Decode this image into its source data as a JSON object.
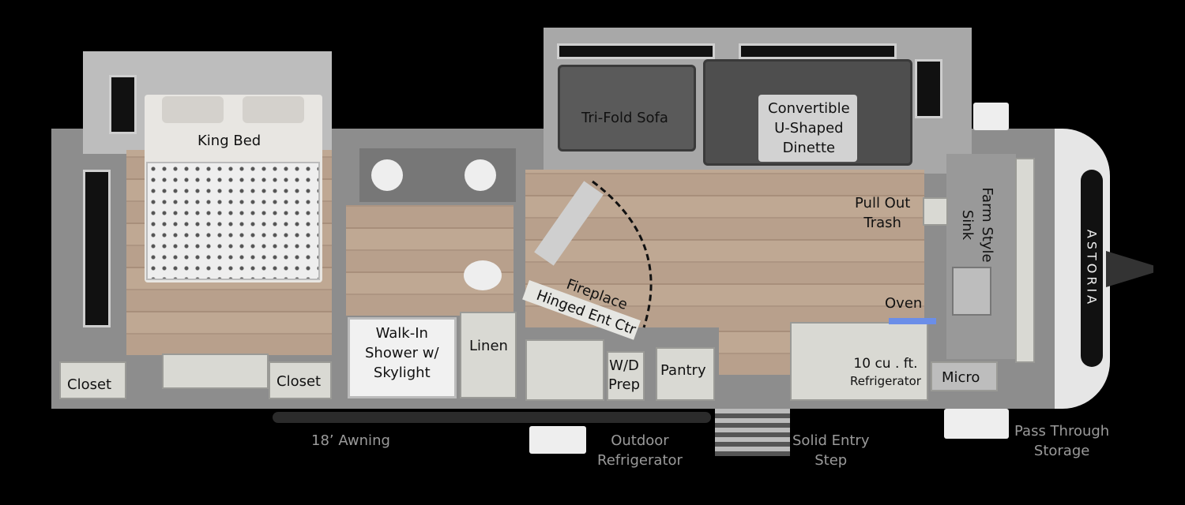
{
  "brand": "ASTORIA",
  "rooms": {
    "king_bed": "King Bed",
    "closet_left": "Closet",
    "closet_right": "Closet",
    "shower": [
      "Walk-In",
      "Shower w/",
      "Skylight"
    ],
    "linen": "Linen",
    "sofa": "Tri-Fold Sofa",
    "dinette": [
      "Convertible",
      "U-Shaped",
      "Dinette"
    ],
    "fireplace": "Fireplace",
    "ent_ctr": "Hinged Ent Ctr",
    "wd_prep": [
      "W/D",
      "Prep"
    ],
    "pantry": "Pantry",
    "trash": [
      "Pull Out",
      "Trash"
    ],
    "sink": [
      "Farm Style",
      "Sink"
    ],
    "oven": "Oven",
    "refrigerator": [
      "10 cu . ft.",
      "Refrigerator"
    ],
    "micro": "Micro"
  },
  "exterior": {
    "awning": "18’ Awning",
    "outdoor_fridge": [
      "Outdoor",
      "Refrigerator"
    ],
    "entry_step": [
      "Solid Entry",
      "Step"
    ],
    "storage": [
      "Pass Through",
      "Storage"
    ]
  },
  "colors": {
    "floor": "#b8a08c",
    "wall": "#8d8d8d",
    "background": "#000000"
  }
}
